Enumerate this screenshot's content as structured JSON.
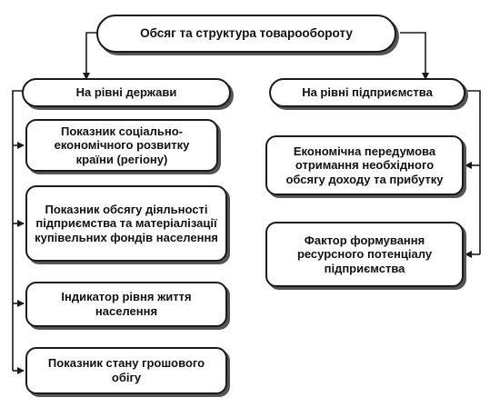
{
  "diagram": {
    "root": "Обсяг та структура товарообороту",
    "left_branch": {
      "title": "На рівні держави",
      "items": [
        "Показник соціально-економічного розвитку країни (регіону)",
        "Показник обсягу діяльності підприємства та матеріалізації купівельних фондів населення",
        "Індикатор рівня життя населення",
        "Показник стану грошового обігу"
      ]
    },
    "right_branch": {
      "title": "На рівні підприємства",
      "items": [
        "Економічна передумова отримання необхідного обсягу доходу та прибутку",
        "Фактор формування ресурсного потенціалу підприємства"
      ]
    }
  }
}
